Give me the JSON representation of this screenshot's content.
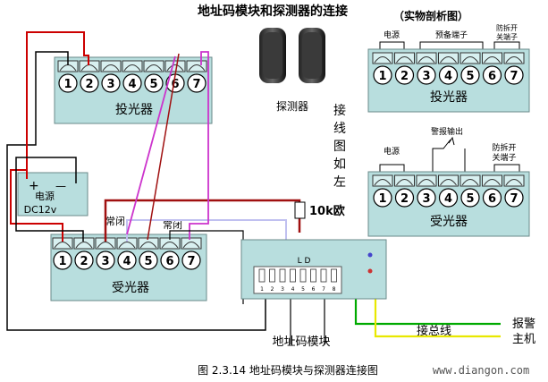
{
  "title": "地址码模块和探测器的连接",
  "detector_label": "探测器",
  "real_analysis_label": "（实物剖析图）",
  "side_note": [
    "接",
    "线",
    "图",
    "如",
    "左"
  ],
  "left_transmitter": {
    "label": "投光器",
    "terminals": [
      "1",
      "2",
      "3",
      "4",
      "5",
      "6",
      "7"
    ]
  },
  "left_receiver": {
    "label": "受光器",
    "terminals": [
      "1",
      "2",
      "3",
      "4",
      "5",
      "6",
      "7"
    ],
    "nc_label_a": "常闭",
    "nc_label_b": "常闭"
  },
  "power_supply": {
    "plus": "+",
    "minus": "—",
    "label": "电源",
    "voltage": "DC12v"
  },
  "resistor_label": "10k欧",
  "address_module": {
    "label": "地址码模块",
    "led_label": "L D",
    "switch_numbers": [
      "1",
      "2",
      "3",
      "4",
      "5",
      "6",
      "7",
      "8"
    ]
  },
  "bus": {
    "label": "接总线",
    "alarm": "报警",
    "host": "主机"
  },
  "right_transmitter": {
    "label": "投光器",
    "power": "电源",
    "reserved": "预备端子",
    "tamper": "防拆开\n关端子",
    "terminals": [
      "1",
      "2",
      "3",
      "4",
      "5",
      "6",
      "7"
    ]
  },
  "right_receiver": {
    "label": "受光器",
    "power": "电源",
    "alarm_out": "警报输出",
    "tamper_a": "防拆开",
    "tamper_b": "关端子",
    "terminals": [
      "1",
      "2",
      "3",
      "4",
      "5",
      "6",
      "7"
    ]
  },
  "caption": "图 2.3.14  地址码模块与探测器连接图",
  "watermark": "www.diangon.com",
  "colors": {
    "panel_fill": "#b8dede",
    "wire_red": "#c00000",
    "wire_dark_red": "#a01010",
    "wire_purple": "#cc33cc",
    "wire_lavender": "#c0c0f0",
    "wire_green": "#00aa00",
    "wire_yellow": "#e8e800",
    "wire_black": "#000000"
  }
}
